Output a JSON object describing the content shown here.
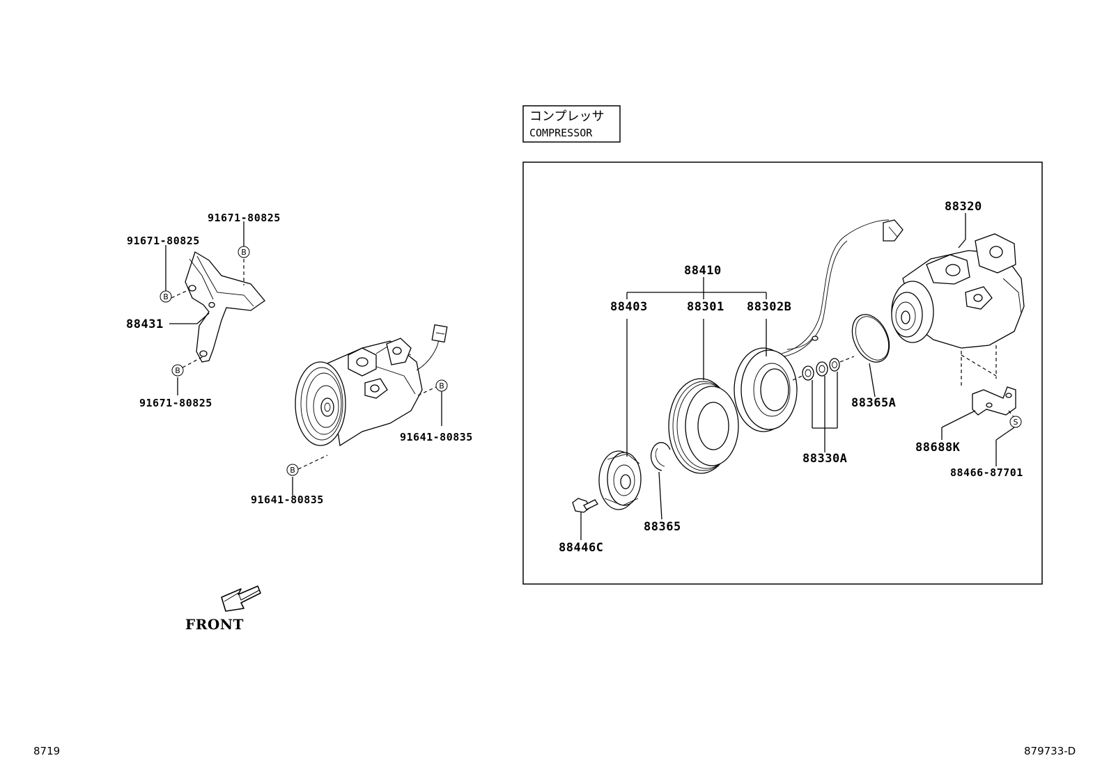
{
  "title": {
    "japanese": "コンプレッサ",
    "english": "COMPRESSOR"
  },
  "front_label": "FRONT",
  "fastener_marks": {
    "b": "B",
    "s": "S"
  },
  "left_group": {
    "bolt_top_right": "91671-80825",
    "bolt_top_left": "91671-80825",
    "bracket": "88431",
    "bolt_bottom": "91671-80825",
    "bolt_compressor_right": "91641-80835",
    "bolt_compressor_bottom": "91641-80835"
  },
  "detail_box": {
    "clutch_assembly": "88410",
    "hub": "88403",
    "pulley": "88301",
    "field_coil": "88302B",
    "compressor": "88320",
    "o_ring": "88365A",
    "shims": "88330A",
    "snap_ring": "88365",
    "bracket_k": "88688K",
    "screw": "88466-87701",
    "hub_bolt": "88446C"
  },
  "footer": {
    "page_ref": "8719",
    "illustration_id": "879733-D"
  }
}
